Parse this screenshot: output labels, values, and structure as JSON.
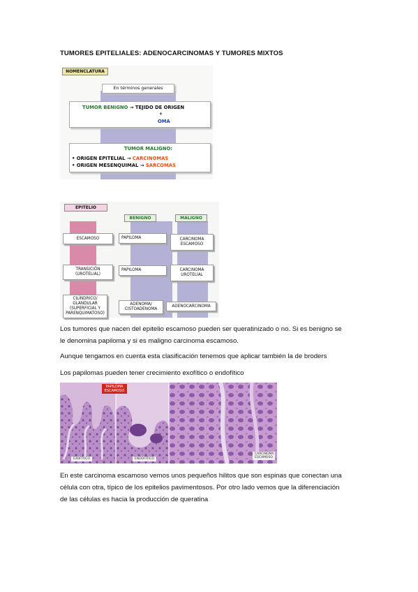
{
  "title": "TUMORES EPITELIALES: ADENOCARCINOMAS Y TUMORES MIXTOS",
  "diagram1": {
    "tag": "NOMENCLATURA",
    "header": "En términos generales",
    "benign_label": "TUMOR BENIGNO",
    "arrow": "→",
    "benign_target": "TEJIDO DE ORIGEN",
    "plus": "+",
    "oma": "OMA",
    "malign_label": "TUMOR MALIGNO:",
    "bullet": "•",
    "line1_origin": "ORIGEN EPITELIAL",
    "line1_target": "CARCINOMAS",
    "line2_origin": "ORIGEN MESENQUIMAL",
    "line2_target": "SARCOMAS"
  },
  "diagram2": {
    "epitelio": "EPITELIO",
    "benigno": "BENIGNO",
    "maligno": "MALIGNO",
    "rows": [
      {
        "origin": "ESCAMOSO",
        "benign": "PAPILOMA",
        "malign": "CARCINOMA ESCAMOSO"
      },
      {
        "origin": "TRANSICIÓN (UROTELIAL)",
        "benign": "PAPILOMA",
        "malign": "CARCINOMA UROTELIAL"
      },
      {
        "origin": "CILÍNDRICO/ GLANDULAR (SUPERFICIAL Y PARENQUIMATOSO)",
        "benign": "ADENOMA/ CISTOADENOMA",
        "malign": "ADENOCARCINOMA"
      }
    ]
  },
  "paragraphs": {
    "p1_line1": "Los tumores que nacen del epitelio escamoso pueden ser queratinizado o no. Si es benigno se",
    "p1_line2": "le denomina papiloma y si es maligno carcinoma escamoso.",
    "p2": "Aunque tengamos en cuenta esta clasificación tenemos que aplicar también la de broders",
    "p3": "Los papilomas pueden tener crecimiento exofítico o endofítico",
    "p4_line1": "En este carcinoma escamoso vemos unos pequeños hilitos que son espinas que conectan una",
    "p4_line2": "célula con otra, típico de los epitelios pavimentosos. Por otro lado vemos que la diferenciación",
    "p4_line3": "de las células es hacia la producción de queratina"
  },
  "micrograph": {
    "tag": "PAPILOMA ESCAMOSO",
    "label_exo": "EXOFÍTICO",
    "label_endo": "ENDOFÍTICO",
    "label_carc": "CARCINOMA ESCAMOSO"
  },
  "colors": {
    "pink_band": "#d98aa8",
    "lavender_band": "#b3b1d6",
    "green_text": "#1f7a2a",
    "red_text": "#e0531d",
    "blue_text": "#1f3fb0"
  }
}
